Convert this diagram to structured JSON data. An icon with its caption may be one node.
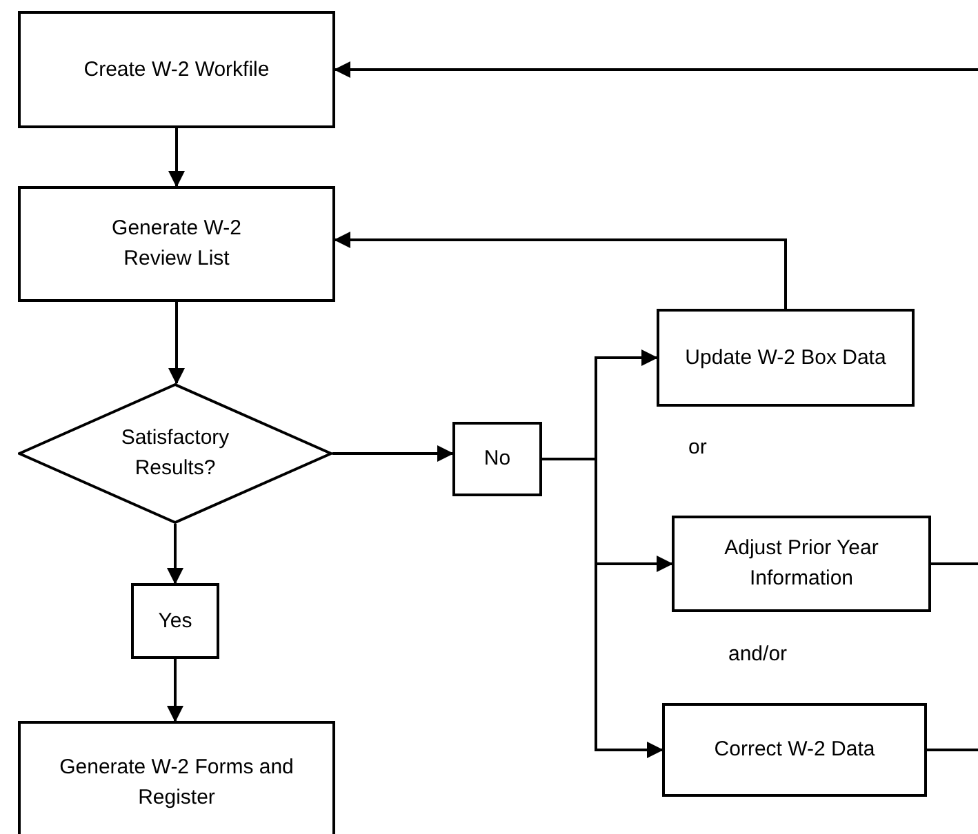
{
  "diagram": {
    "nodes": [
      {
        "text": [
          "Create W-2 Workfile"
        ]
      },
      {
        "text": [
          "Generate W-2 Review List"
        ]
      },
      {
        "text": [
          "Satisfactory Results?"
        ]
      },
      {
        "text": [
          "Yes"
        ]
      },
      {
        "text": [
          "Generate W-2 Forms and Register"
        ]
      },
      {
        "text": [
          "No"
        ]
      },
      {
        "text": [
          "Update W-2 Box Data"
        ]
      },
      {
        "text": [
          "Adjust Prior Year Information"
        ]
      },
      {
        "text": [
          "Correct W-2 Data"
        ]
      }
    ],
    "edges": [
      {
        "from": null,
        "to": 0,
        "arrow": "to"
      },
      {
        "from": 0,
        "to": 1,
        "arrow": "to"
      },
      {
        "from": 1,
        "to": 2,
        "arrow": "to"
      },
      {
        "from": 2,
        "to": 3,
        "arrow": "to"
      },
      {
        "from": 3,
        "to": 4,
        "arrow": "to"
      },
      {
        "from": 2,
        "to": 5,
        "arrow": "to"
      },
      {
        "from": 5,
        "to": 6,
        "arrow": "to"
      },
      {
        "from": 5,
        "to": 7,
        "arrow": "to"
      },
      {
        "from": 5,
        "to": 8,
        "arrow": "to"
      },
      {
        "from": 6,
        "to": 1,
        "arrow": "to"
      },
      {
        "from": 7,
        "to": null,
        "arrow": "none"
      },
      {
        "from": 8,
        "to": null,
        "arrow": "none"
      }
    ],
    "labels": [
      "or",
      "and/or"
    ]
  }
}
